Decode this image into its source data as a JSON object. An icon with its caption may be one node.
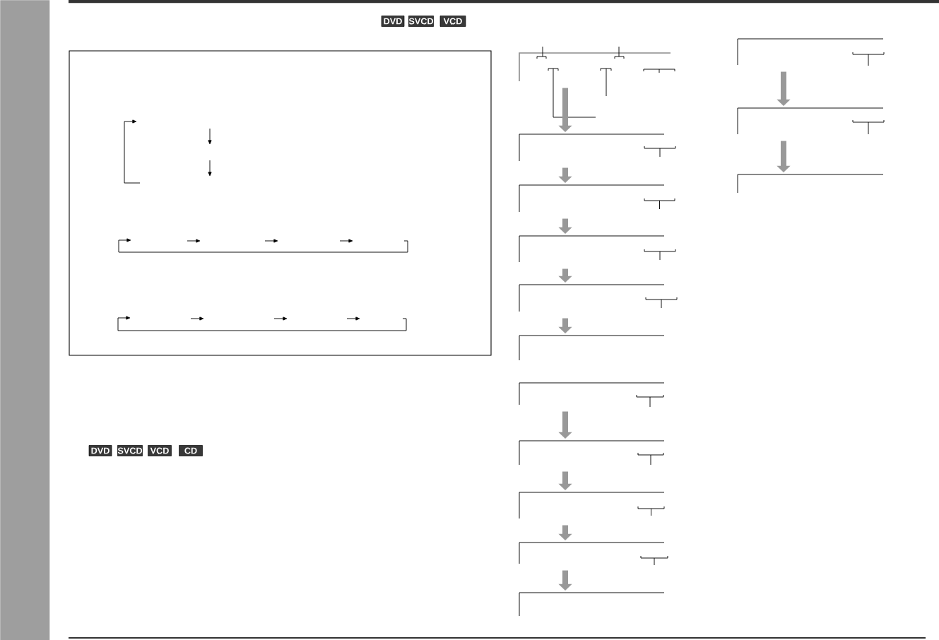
{
  "diagram": {
    "nodes": [
      {
        "text": [
          "DVD"
        ]
      },
      {
        "text": [
          "SVCD"
        ]
      },
      {
        "text": [
          "VCD"
        ]
      },
      {
        "text": [
          "DVD"
        ]
      },
      {
        "text": [
          "SVCD"
        ]
      },
      {
        "text": [
          "VCD"
        ]
      },
      {
        "text": [
          "CD"
        ]
      },
      {
        "text": [],
        "shape": "box"
      },
      {
        "text": [],
        "shape": "box"
      },
      {
        "text": [],
        "shape": "box"
      },
      {
        "text": [],
        "shape": "box"
      },
      {
        "text": [],
        "shape": "box"
      },
      {
        "text": [],
        "shape": "box"
      },
      {
        "text": [],
        "shape": "box"
      },
      {
        "text": [],
        "shape": "box"
      },
      {
        "text": [],
        "shape": "box"
      },
      {
        "text": [],
        "shape": "box"
      },
      {
        "text": [],
        "shape": "box"
      },
      {
        "text": [],
        "shape": "box"
      },
      {
        "text": [],
        "shape": "box"
      },
      {
        "text": [],
        "shape": "box"
      },
      {
        "text": [],
        "shape": "bar"
      }
    ],
    "edges": [
      {
        "from": 7,
        "to": 8,
        "arrow": "to"
      },
      {
        "from": 8,
        "to": 9,
        "arrow": "to"
      },
      {
        "from": 9,
        "to": 10,
        "arrow": "to"
      },
      {
        "from": 10,
        "to": 11,
        "arrow": "to"
      },
      {
        "from": 11,
        "to": 12,
        "arrow": "to"
      },
      {
        "from": 13,
        "to": 14,
        "arrow": "to"
      },
      {
        "from": 14,
        "to": 15,
        "arrow": "to"
      },
      {
        "from": 15,
        "to": 16,
        "arrow": "to"
      },
      {
        "from": 16,
        "to": 17,
        "arrow": "to"
      },
      {
        "from": 18,
        "to": 19,
        "arrow": "to"
      },
      {
        "from": 19,
        "to": 20,
        "arrow": "to"
      }
    ]
  }
}
